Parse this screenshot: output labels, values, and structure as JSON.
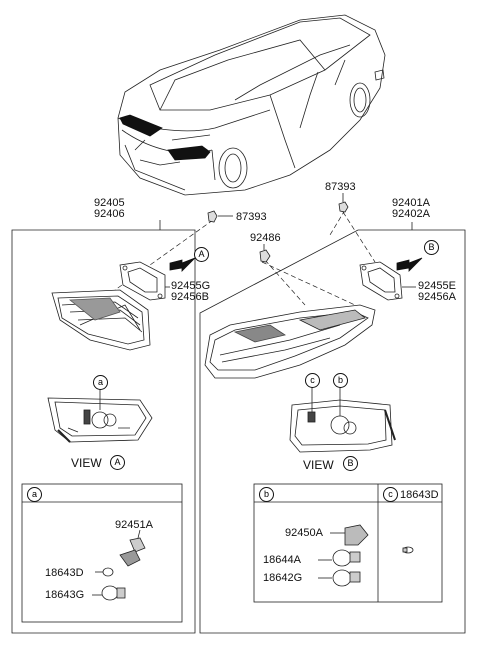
{
  "left_header": {
    "line1": "92405",
    "line2": "92406"
  },
  "right_header": {
    "line1": "92401A",
    "line2": "92402A"
  },
  "top_center_part": "87393",
  "left_clip_part": "87393",
  "center_part": "92486",
  "left_gasket": {
    "line1": "92455G",
    "line2": "92456B"
  },
  "right_gasket": {
    "line1": "92455E",
    "line2": "92456A"
  },
  "view_left": {
    "word": "VIEW",
    "letter": "A"
  },
  "view_right": {
    "word": "VIEW",
    "letter": "B"
  },
  "arrow_left_letter": "A",
  "arrow_right_letter": "B",
  "callouts": {
    "a": "a",
    "b": "b",
    "c": "c"
  },
  "detail_a": {
    "tag": "a",
    "socket": "92451A",
    "bulb_small": "18643D",
    "bulb_large": "18643G"
  },
  "detail_b": {
    "tag": "b",
    "socket": "92450A",
    "bulb_1": "18644A",
    "bulb_2": "18642G"
  },
  "detail_c": {
    "tag": "c",
    "part": "18643D"
  }
}
